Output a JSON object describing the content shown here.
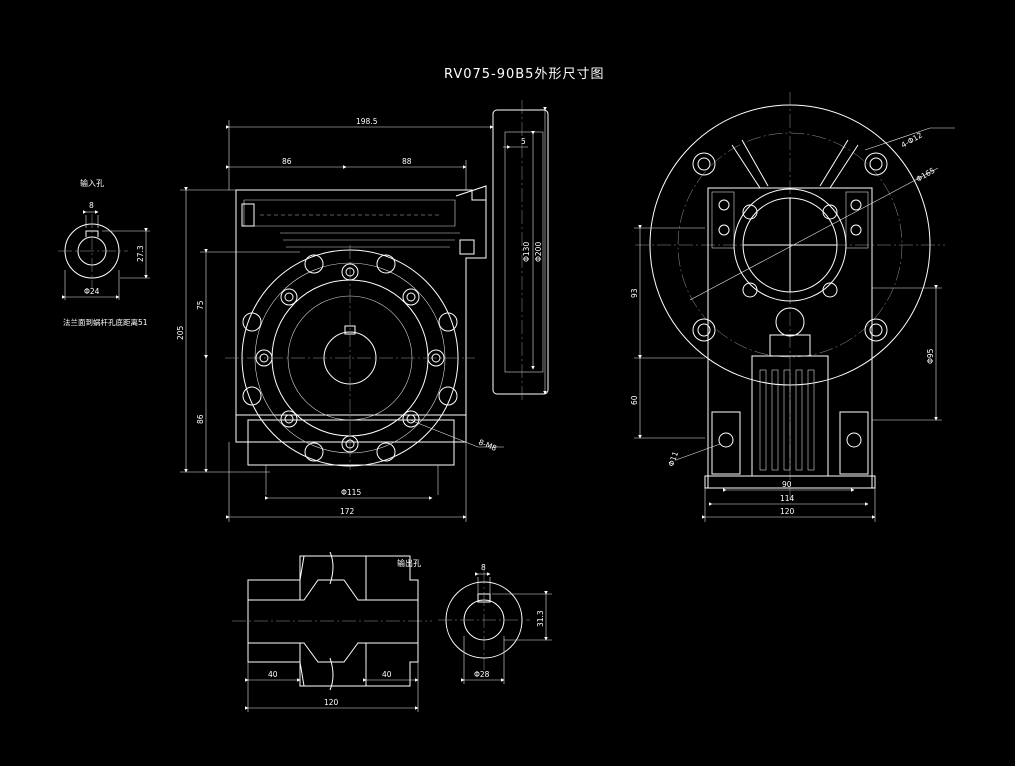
{
  "title": "RV075-90B5外形尺寸图",
  "input_hole": {
    "caption": "输入孔",
    "key_width": "8",
    "depth": "27.3",
    "diameter": "Φ24",
    "note": "法兰面到蜗杆孔底距离51"
  },
  "front_view": {
    "overall_width": "198.5",
    "left_offset": "86",
    "right_offset": "88",
    "flange_thickness": "5",
    "flange_spigot": "Φ130",
    "flange_outer": "Φ200",
    "total_height": "205",
    "upper_height": "75",
    "lower_height": "86",
    "bolt_holes": "8-M8",
    "bolt_circle": "Φ115",
    "base_width": "172"
  },
  "side_view": {
    "flange_holes": "4-Φ12",
    "flange_pcd": "Φ165",
    "upper_height": "93",
    "lower_height": "60",
    "shaft_dia": "Φ95",
    "foot_hole": "Φ11",
    "foot_span": "90",
    "foot_width": "114",
    "overall_width": "120"
  },
  "output_hole": {
    "caption": "输出孔",
    "left_len": "40",
    "right_len": "40",
    "total_len": "120",
    "key_width": "8",
    "depth": "31.3",
    "diameter": "Φ28"
  }
}
